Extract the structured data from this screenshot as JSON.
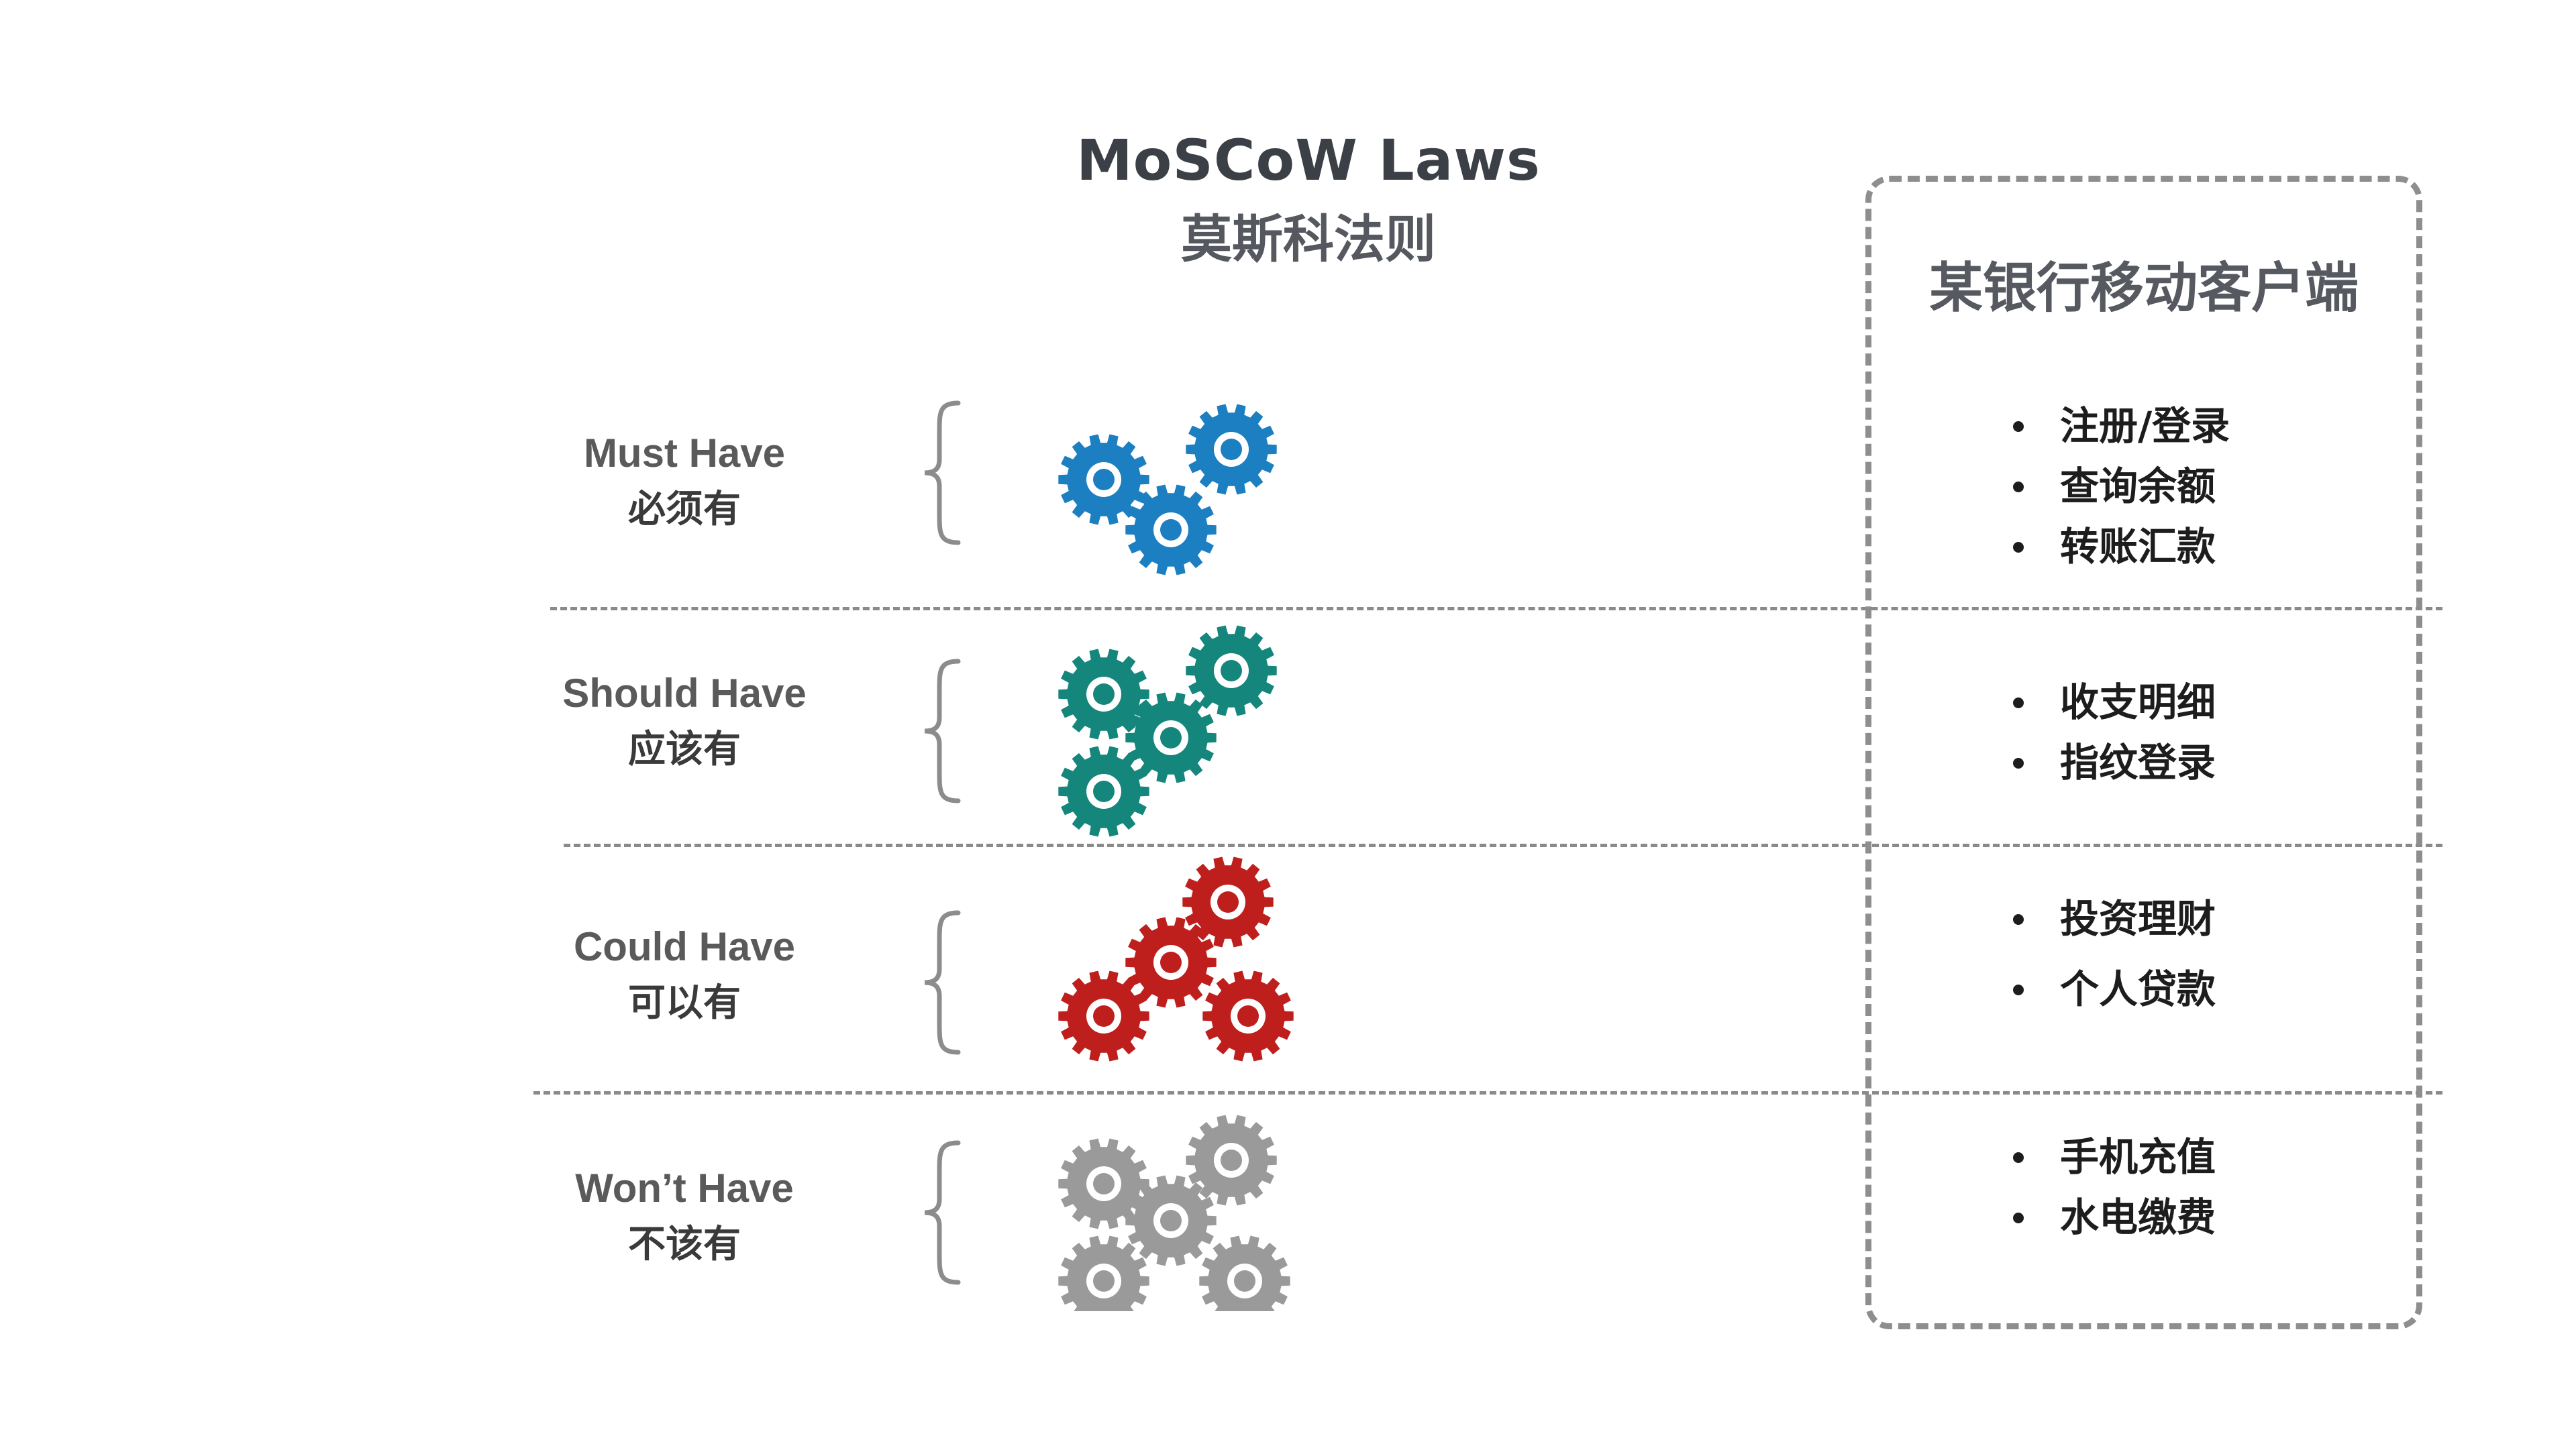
{
  "title": {
    "en": "MoSCoW Laws",
    "zh": "莫斯科法则"
  },
  "rows": [
    {
      "id": "must",
      "label_en": "Must Have",
      "label_zh": "必须有",
      "gear_color": "#1b7fc1",
      "gear_count": 3
    },
    {
      "id": "should",
      "label_en": "Should Have",
      "label_zh": "应该有",
      "gear_color": "#15867c",
      "gear_count": 4
    },
    {
      "id": "could",
      "label_en": "Could Have",
      "label_zh": "可以有",
      "gear_color": "#be1f1d",
      "gear_count": 4
    },
    {
      "id": "wont",
      "label_en": "Won’t Have",
      "label_zh": "不该有",
      "gear_color": "#9a9a9a",
      "gear_count": 5
    }
  ],
  "client": {
    "title": "某银行移动客户端",
    "groups": [
      {
        "row": "must",
        "items": [
          "注册/登录",
          "查询余额",
          "转账汇款"
        ]
      },
      {
        "row": "should",
        "items": [
          "收支明细",
          "指纹登录"
        ]
      },
      {
        "row": "could",
        "items": [
          "投资理财",
          "个人贷款"
        ]
      },
      {
        "row": "wont",
        "items": [
          "手机充值",
          "水电缴费"
        ]
      }
    ]
  },
  "icons": {
    "brace": "curly-brace-icon",
    "gear": "gear-icon",
    "bullet": "bullet-icon"
  }
}
